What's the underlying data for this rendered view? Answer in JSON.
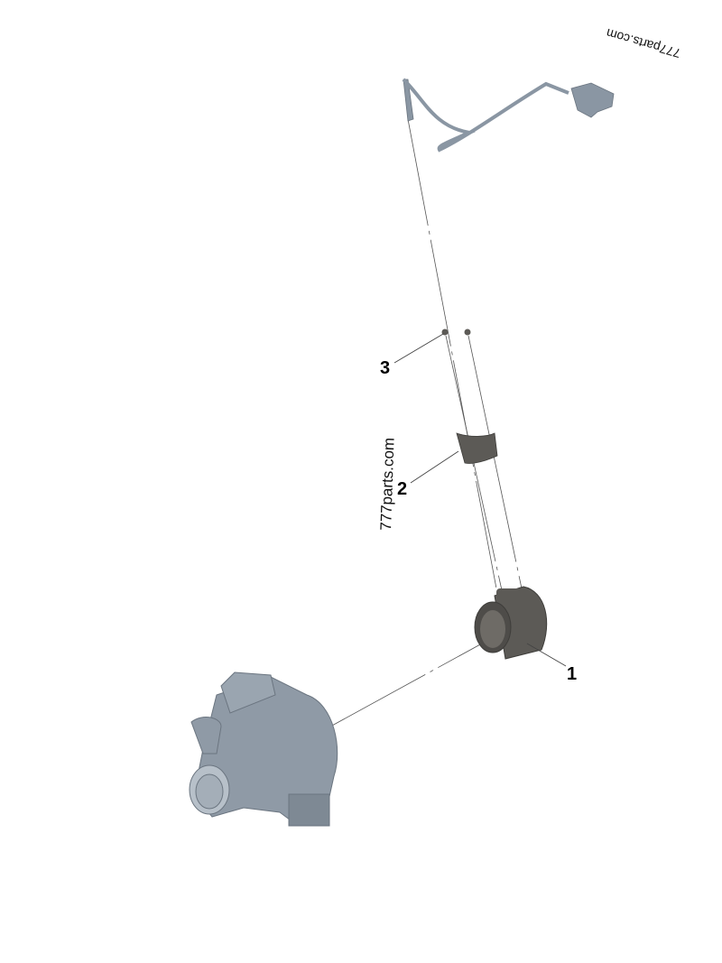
{
  "watermark": {
    "text": "777parts.com"
  },
  "callouts": [
    {
      "number": "1",
      "part": "duct"
    },
    {
      "number": "2",
      "part": "clamp"
    },
    {
      "number": "3",
      "part": "screw"
    }
  ],
  "colors": {
    "sensor": "#8a96a3",
    "dark_part": "#5c5a56",
    "turbo": "#8f9aa6",
    "line": "#444444"
  }
}
